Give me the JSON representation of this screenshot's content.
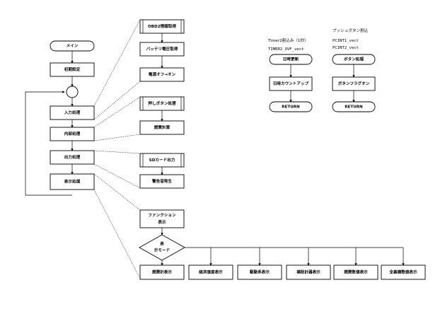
{
  "main": {
    "start": "メイン",
    "init": "初期設定",
    "input": "入力処理",
    "internal": "内部処理",
    "output": "出力処理",
    "display": "表示処理"
  },
  "sub": {
    "obd2": "OBD2情報取得",
    "battery": "バッテリ電圧取得",
    "power": "電源オフ→オン",
    "push": "押しボタン処理",
    "fuel_calc": "燃費計算",
    "sd": "SDカード出力",
    "alarm": "警告音発生",
    "func_line1": "ファンクション",
    "func_line2": "表示",
    "mode_line1": "表",
    "mode_line2": "示モード"
  },
  "modes": [
    "燃費計表示",
    "経済速度表示",
    "駆動系表示",
    "補助計器表示",
    "燃費数値表示",
    "全基礎数値表示"
  ],
  "timer": {
    "title": "Timer2割込み（1秒）",
    "vector": "TIMER2_OVF_vect",
    "step1": "日時更新",
    "step2": "日時カウントアップ",
    "ret": "RETURN"
  },
  "button": {
    "title": "プッシュボタン割込",
    "vector1": "PCINT1_vect",
    "vector2": "PCINT2_vect",
    "step1": "ボタン処理",
    "step2": "ボタンフラグオン",
    "ret": "RETURN"
  }
}
